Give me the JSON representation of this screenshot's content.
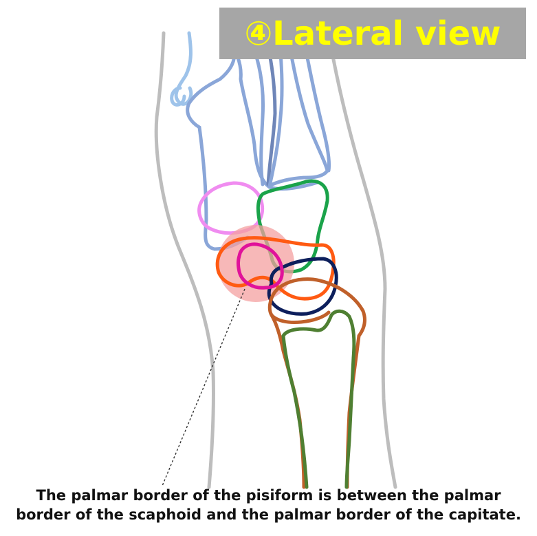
{
  "title": "④Lateral view",
  "caption": {
    "line1": "The palmar border of the pisiform is between the palmar",
    "line2": "border of the scaphoid and the palmar border of the capitate."
  },
  "colors": {
    "banner_bg": "#a6a6a6",
    "title_text": "#ffff00",
    "skin_outline": "#bdbdbd",
    "metacarpal": "#8aa6d8",
    "metacarpal_light": "#9ec3ea",
    "metacarpal_dark": "#6f86b8",
    "trapezium": "#f08cf0",
    "capitate": "#1aa34a",
    "pisiform_highlight": "#f4a0a0",
    "pisiform": "#e0129a",
    "scaphoid": "#ff5a12",
    "lunate": "#0d1f5c",
    "radius": "#c0602a",
    "ulna": "#4f7f32",
    "leader_line": "#333333"
  }
}
